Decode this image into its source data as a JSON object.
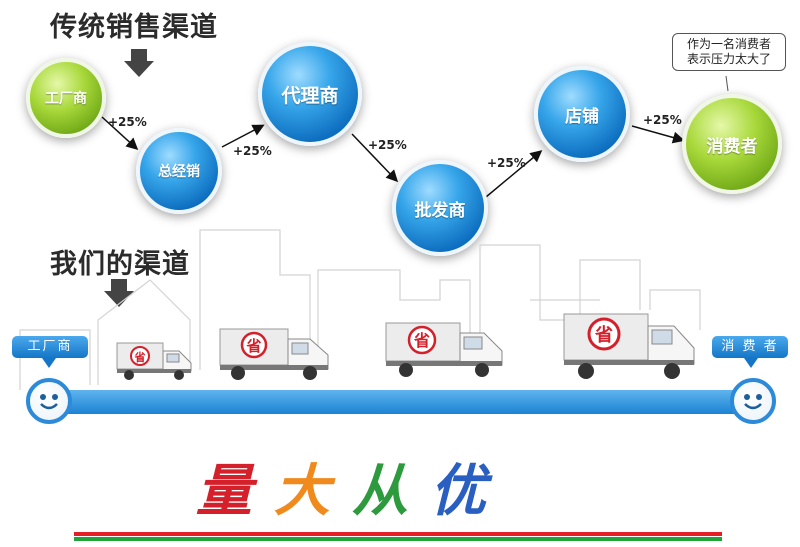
{
  "traditional": {
    "heading": "传统销售渠道",
    "nodes": [
      "工厂商",
      "总经销",
      "代理商",
      "批发商",
      "店铺",
      "消费者"
    ],
    "markup": "+25%",
    "speech_bubble": [
      "作为一名消费者",
      "表示压力太大了"
    ]
  },
  "ours": {
    "heading": "我们的渠道",
    "start_label": "工厂商",
    "end_label": "消 费 者",
    "truck_mark": "省"
  },
  "slogan": {
    "chars": [
      "量",
      "大",
      "从",
      "优"
    ],
    "colors": [
      "#d4202a",
      "#f08a1c",
      "#2d9a3e",
      "#2a5fc2"
    ]
  },
  "colors": {
    "bar_blue": "#1b82d3",
    "line_red": "#e31e24",
    "line_green": "#21a33b"
  }
}
